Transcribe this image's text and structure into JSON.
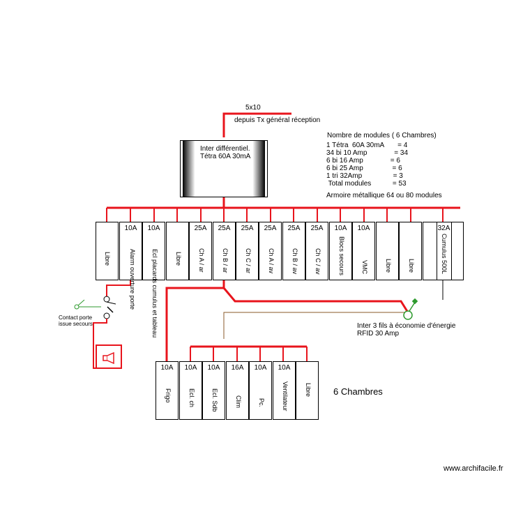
{
  "supply": {
    "cable": "5x10",
    "source": "depuis Tx général réception"
  },
  "main_breaker": {
    "line1": "Inter différentiel.",
    "line2": "Tétra 60A 30mA"
  },
  "summary": {
    "title": "Nombre de modules ( 6 Chambres)",
    "lines": [
      "1 Tétra  60A 30mA       = 4",
      "34 bi 10 Amp              = 34",
      "6 bi 16 Amp              = 6",
      "6 bi 25 Amp               = 6",
      "1 tri 32Amp                = 3",
      " Total modules           = 53"
    ],
    "cabinet": "Armoire métallique 64 ou 80 modules"
  },
  "top_row": [
    {
      "rating": "",
      "label": "Libre"
    },
    {
      "rating": "10A",
      "label": "Alarm ouverture porte"
    },
    {
      "rating": "10A",
      "label": "Ecl placards cumulus et tableau"
    },
    {
      "rating": "",
      "label": "Libre"
    },
    {
      "rating": "25A",
      "label": "Ch A / ar"
    },
    {
      "rating": "25A",
      "label": "Ch B / ar"
    },
    {
      "rating": "25A",
      "label": "Ch C / ar"
    },
    {
      "rating": "25A",
      "label": "Ch A / av"
    },
    {
      "rating": "25A",
      "label": "Ch B / av"
    },
    {
      "rating": "25A",
      "label": "Ch C / av"
    },
    {
      "rating": "10A",
      "label": "Blocs secours"
    },
    {
      "rating": "10A",
      "label": "VMC"
    },
    {
      "rating": "",
      "label": "Libre"
    },
    {
      "rating": "",
      "label": "Libre"
    },
    {
      "rating": "32A",
      "label": "Cumulus 500L"
    }
  ],
  "bottom_row": [
    {
      "rating": "10A",
      "label": "Frigo"
    },
    {
      "rating": "10A",
      "label": "Ecl. ch"
    },
    {
      "rating": "10A",
      "label": "Ecl. Sdb"
    },
    {
      "rating": "16A",
      "label": "Clim"
    },
    {
      "rating": "10A",
      "label": "Pc."
    },
    {
      "rating": "10A",
      "label": "Ventilateur"
    },
    {
      "rating": "",
      "label": "Libre"
    }
  ],
  "contact_label": {
    "line1": "Contact porte",
    "line2": "issue secours"
  },
  "rfid_label": {
    "line1": "Inter 3 fils à économie d'énergie",
    "line2": "RFID 30 Amp"
  },
  "rooms_label": "6 Chambres",
  "watermark": "www.archifacile.fr",
  "colors": {
    "wire": "#e8141c",
    "green": "#2e9a2e",
    "brown": "#8a5a2a",
    "line": "#000000"
  }
}
